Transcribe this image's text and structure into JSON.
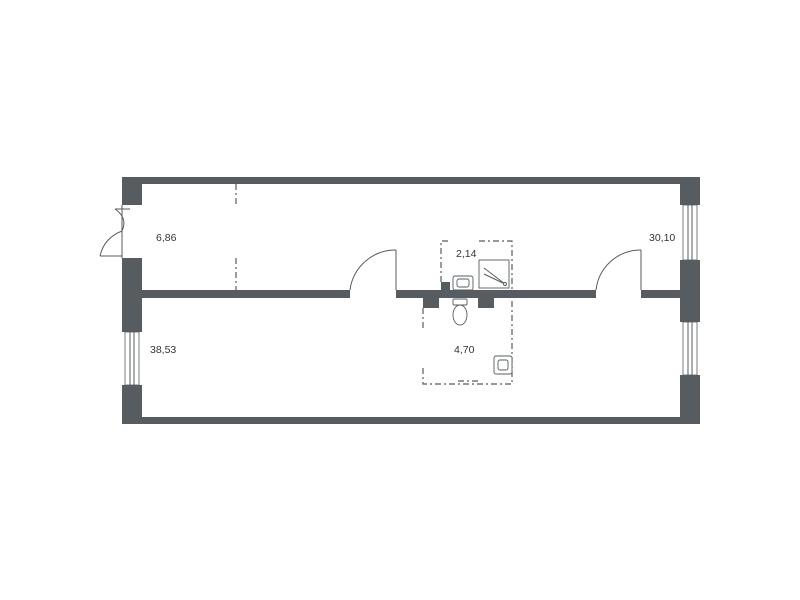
{
  "floor_plan": {
    "colors": {
      "wall": "#575c60",
      "background": "#ffffff",
      "text": "#2f3437"
    },
    "rooms": [
      {
        "id": "entry",
        "area": "6,86"
      },
      {
        "id": "right-room",
        "area": "30,10"
      },
      {
        "id": "bath-upper",
        "area": "2,14"
      },
      {
        "id": "main-room",
        "area": "38,53"
      },
      {
        "id": "bath-lower",
        "area": "4,70"
      }
    ],
    "icons": [
      "door-swing-icon",
      "window-icon",
      "shower-icon",
      "sink-icon",
      "toilet-icon"
    ]
  }
}
